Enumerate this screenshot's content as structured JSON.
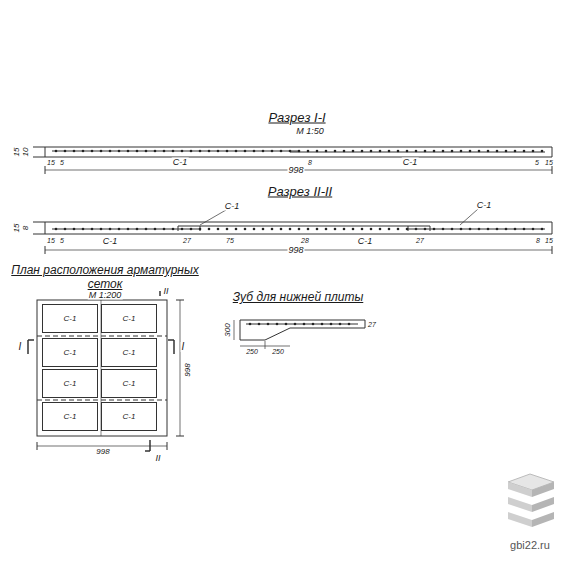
{
  "diagram": {
    "nodes": [
      {
        "text": [
          "С-1"
        ]
      },
      {
        "text": [
          "С-1"
        ]
      },
      {
        "text": [
          "С-1"
        ]
      },
      {
        "text": [
          "С-1"
        ]
      },
      {
        "text": [
          "С-1"
        ]
      },
      {
        "text": [
          "С-1"
        ]
      },
      {
        "text": [
          "С-1"
        ]
      },
      {
        "text": [
          "С-1"
        ]
      }
    ],
    "labels": [
      "Разрез I-I",
      "М 1:50",
      "15",
      "10",
      "15",
      "5",
      "С-1",
      "998",
      "8",
      "С-1",
      "5",
      "15",
      "Разрез II-II",
      "15",
      "8",
      "С-1",
      "С-1",
      "15",
      "5",
      "С-1",
      "27",
      "75",
      "998",
      "28",
      "С-1",
      "27",
      "8",
      "15",
      "План расположения арматурных сеток",
      "М 1:200",
      "II",
      "I",
      "I",
      "998",
      "998",
      "II",
      "Зуб для нижней плиты",
      "300",
      "250",
      "250",
      "27",
      "gbi22.ru"
    ]
  }
}
